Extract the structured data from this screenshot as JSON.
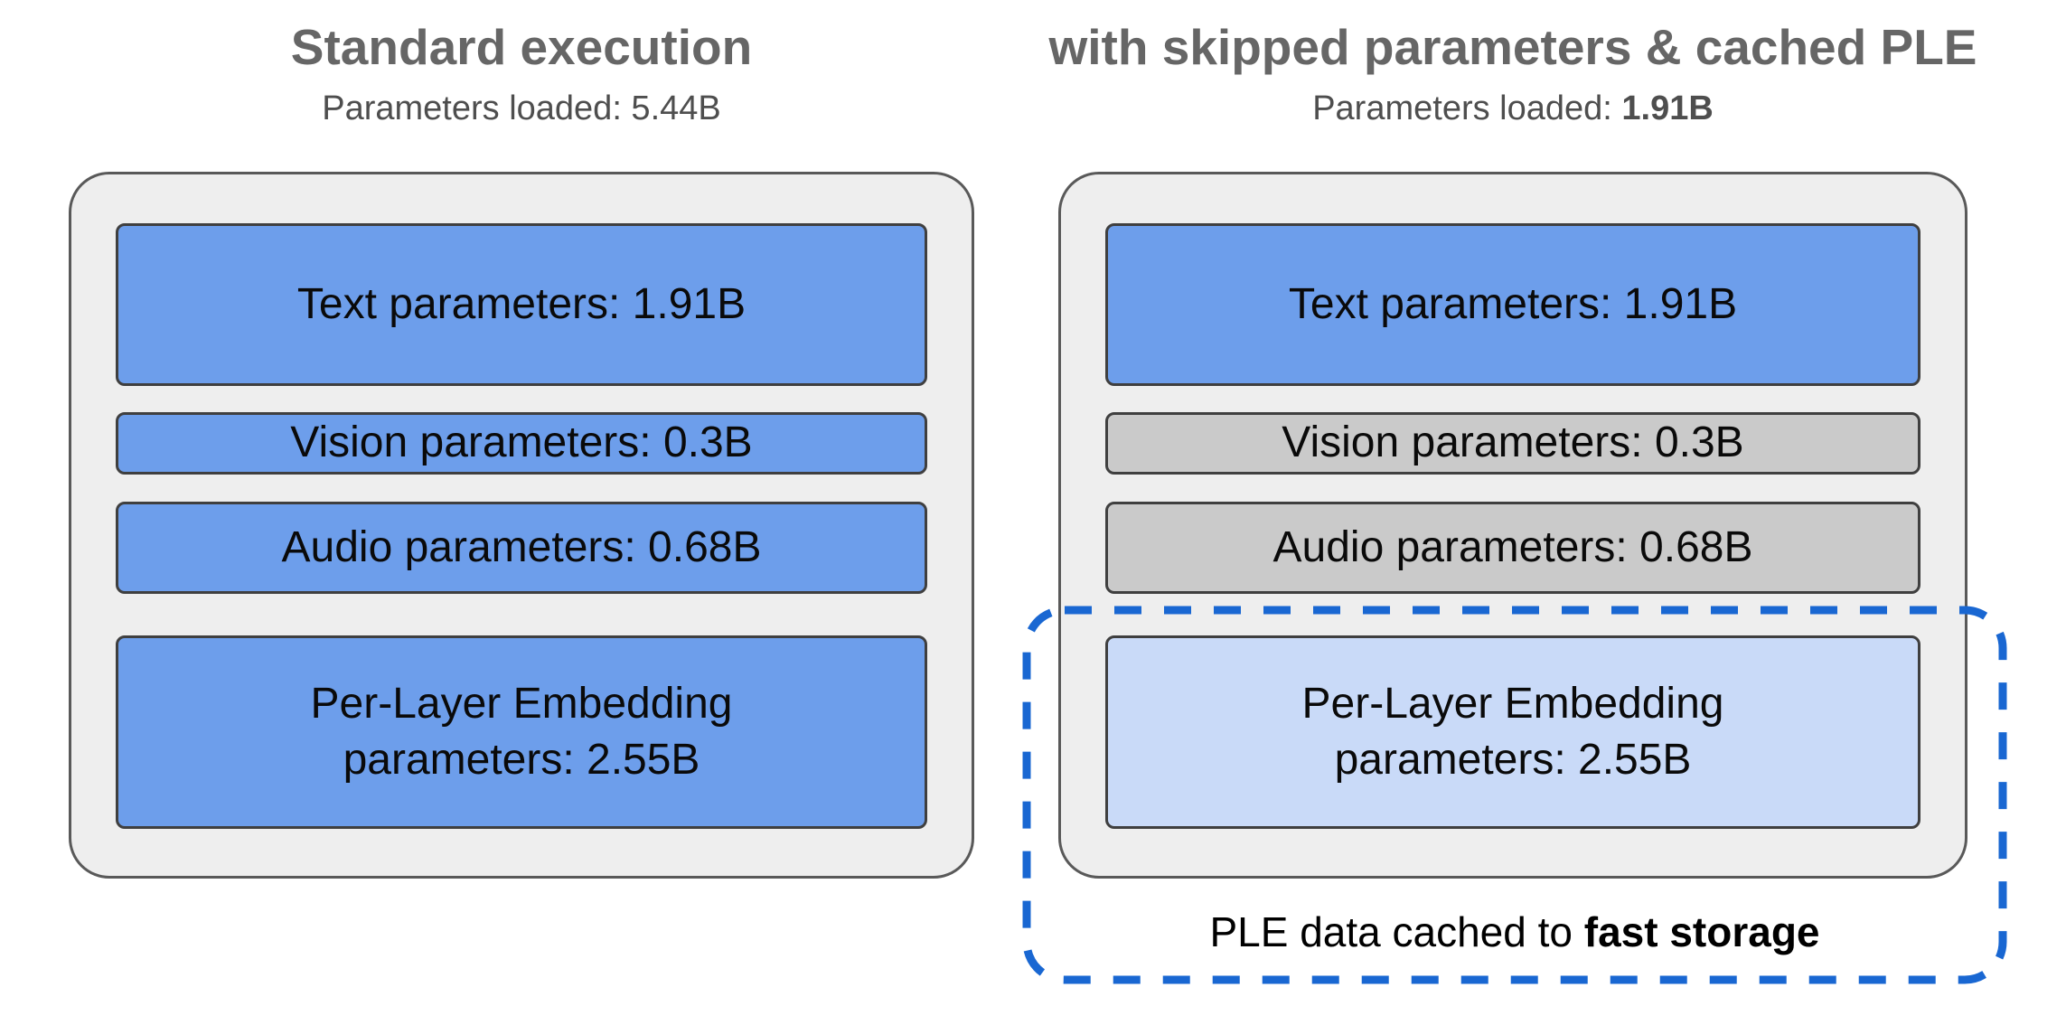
{
  "left_panel": {
    "title": "Standard execution",
    "subtitle": "Parameters loaded: 5.44B",
    "boxes": [
      {
        "label": "Text parameters: 1.91B",
        "state": "loaded"
      },
      {
        "label": "Vision parameters: 0.3B",
        "state": "loaded"
      },
      {
        "label": "Audio parameters: 0.68B",
        "state": "loaded"
      },
      {
        "label": "Per-Layer Embedding parameters: 2.55B",
        "state": "loaded"
      }
    ]
  },
  "right_panel": {
    "title": "with skipped parameters & cached PLE",
    "subtitle_prefix": "Parameters loaded: ",
    "subtitle_value_bold": "1.91B",
    "boxes": [
      {
        "label": "Text parameters: 1.91B",
        "state": "loaded"
      },
      {
        "label": "Vision parameters: 0.3B",
        "state": "skipped"
      },
      {
        "label": "Audio parameters: 0.68B",
        "state": "skipped"
      },
      {
        "label": "Per-Layer Embedding parameters: 2.55B",
        "state": "cached"
      }
    ],
    "caption_prefix": "PLE data cached to ",
    "caption_bold": "fast storage"
  },
  "colors": {
    "loaded_blue": "#6d9eeb",
    "skipped_gray": "#cacaca",
    "cached_light_blue": "#c9daf8",
    "cache_outline_blue": "#1967d2",
    "container_gray": "#eeeeee",
    "container_border": "#595959",
    "box_border": "#3f3f3f",
    "title_gray": "#666666",
    "subtitle_gray": "#4e4e4e",
    "box_text": "#0a0a0a"
  }
}
